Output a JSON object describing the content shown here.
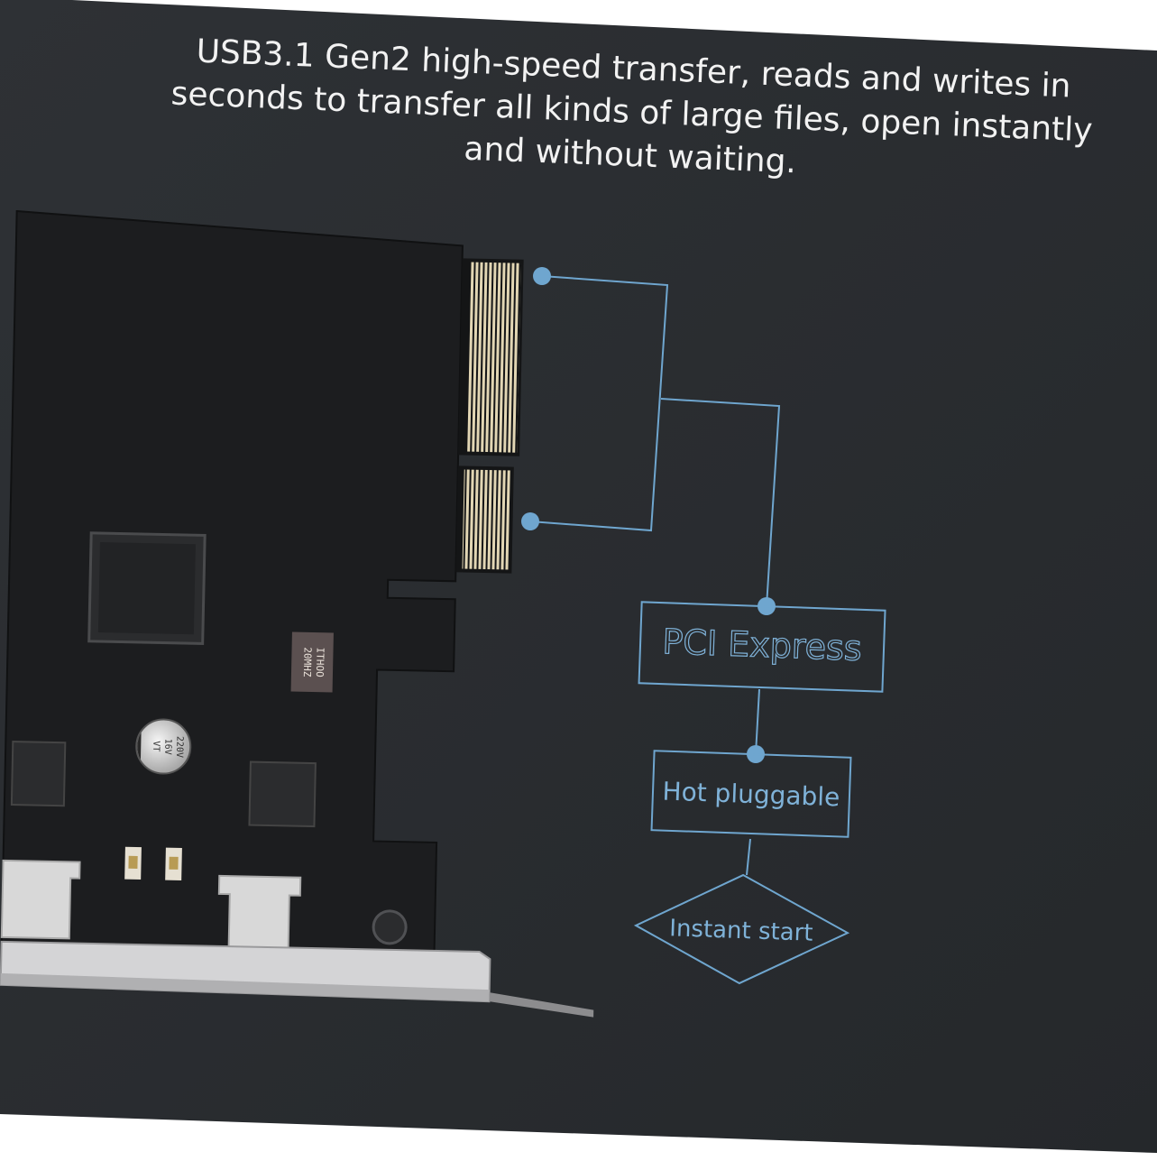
{
  "headline": {
    "line1": "USB3.1 Gen2 high-speed transfer, reads and writes in",
    "line2": "seconds to transfer all kinds of large files, open instantly",
    "line3": "and without waiting."
  },
  "flow": {
    "step1": "PCI Express",
    "step2": "Hot pluggable",
    "step3": "Instant start"
  },
  "card": {
    "oscillator_line1": "ITHOO",
    "oscillator_line2": "20MHZ",
    "capacitor_line1": "220V",
    "capacitor_line2": "16V",
    "capacitor_line3": "VT"
  },
  "colors": {
    "background": "#2a2d31",
    "pcb": "#1c1d1f",
    "accent": "#6fa6cf",
    "gold": "#d9cba4"
  }
}
